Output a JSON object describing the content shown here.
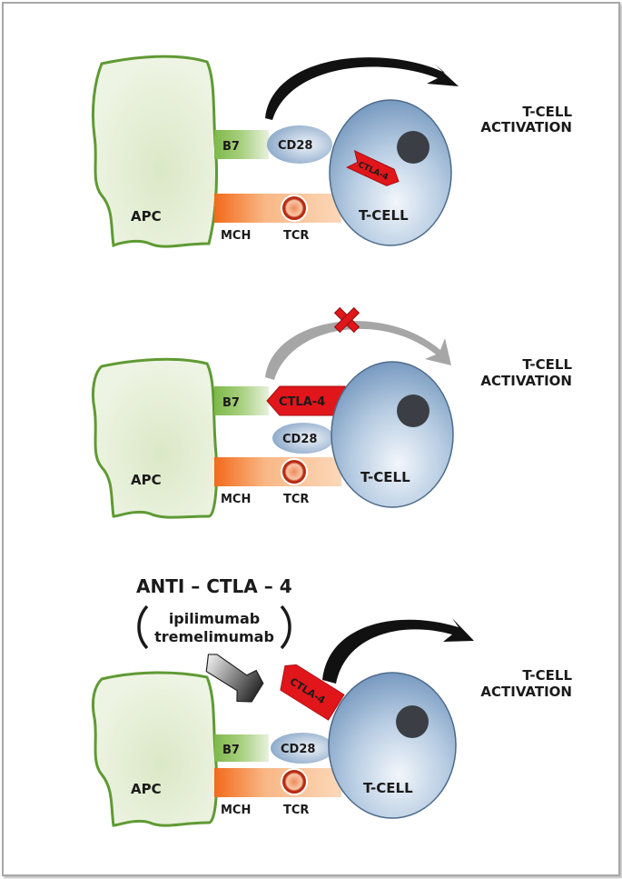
{
  "title": "Mechanism of CTLA-4 blockade",
  "colors": {
    "apc_fill": "#eaf1dc",
    "apc_stroke": "#5f9a34",
    "b7": "#8cc05a",
    "mhc": "#f47a2a",
    "tcell": "#8fb0d0",
    "ctla4": "#e0161b",
    "nucleus": "#3b3f45",
    "arrow_active": "#111111",
    "arrow_blocked": "#a6a6a6",
    "x_mark": "#e0161b"
  },
  "panels": [
    {
      "id": "normal-activation",
      "apc_label": "APC",
      "b7_label": "B7",
      "mhc_label": "MCH",
      "tcr_label": "TCR",
      "cd28_label": "CD28",
      "tcell_label": "T-CELL",
      "ctla4_label": "CTLA-4",
      "ctla4_state": "intracellular",
      "arrow": "active",
      "outcome_line1": "T-CELL",
      "outcome_line2": "ACTIVATION"
    },
    {
      "id": "ctla4-inhibition",
      "apc_label": "APC",
      "b7_label": "B7",
      "mhc_label": "MCH",
      "tcr_label": "TCR",
      "cd28_label": "CD28",
      "tcell_label": "T-CELL",
      "ctla4_label": "CTLA-4",
      "ctla4_state": "bound-to-B7",
      "arrow": "blocked",
      "blocked_icon": "x-mark-icon",
      "outcome_line1": "T-CELL",
      "outcome_line2": "ACTIVATION"
    },
    {
      "id": "anti-ctla4-blockade",
      "apc_label": "APC",
      "b7_label": "B7",
      "mhc_label": "MCH",
      "tcr_label": "TCR",
      "cd28_label": "CD28",
      "tcell_label": "T-CELL",
      "ctla4_label": "CTLA-4",
      "ctla4_state": "bound-to-antibody",
      "arrow": "active",
      "outcome_line1": "T-CELL",
      "outcome_line2": "ACTIVATION",
      "drug_heading": "ANTI – CTLA – 4",
      "drugs": [
        "ipilimumab",
        "tremelimumab"
      ],
      "antibody_icon": "antibody-icon"
    }
  ]
}
